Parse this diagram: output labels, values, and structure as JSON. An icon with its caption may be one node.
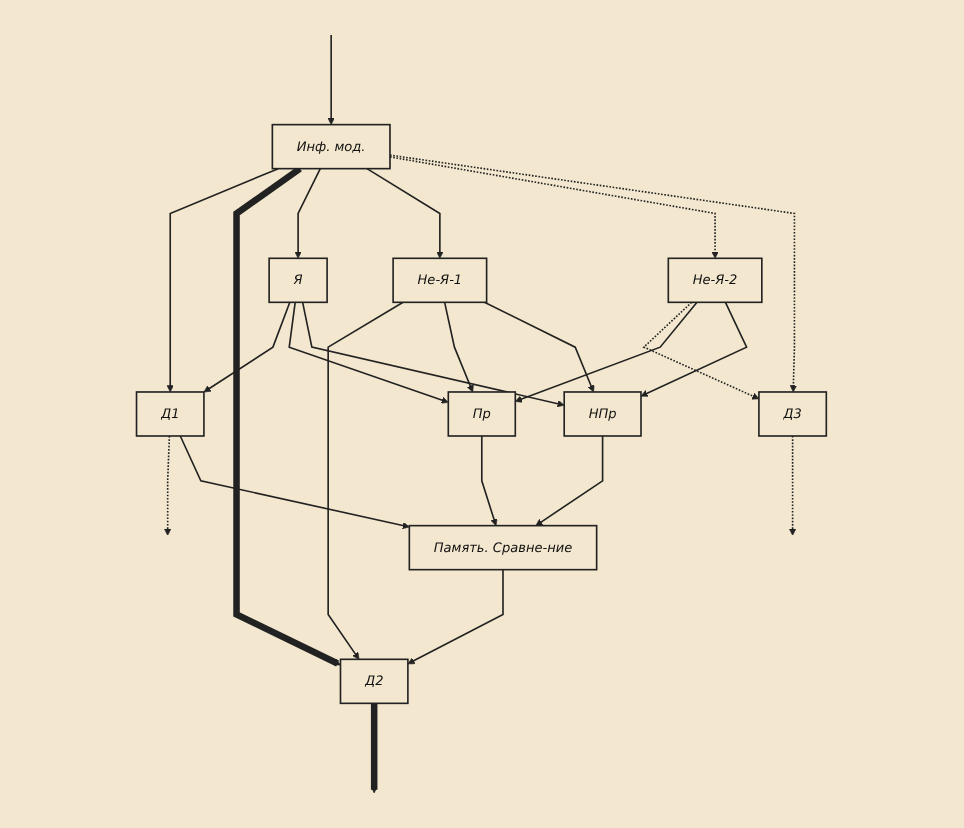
{
  "diagram": {
    "nodes": [
      {
        "text": [
          "Инф. мод."
        ]
      },
      {
        "text": [
          "Д1"
        ]
      },
      {
        "text": [
          "Д2"
        ]
      },
      {
        "text": [
          "Я"
        ]
      },
      {
        "text": [
          "Не-Я-1"
        ]
      },
      {
        "text": [
          "Не-Я-2"
        ]
      },
      {
        "text": [
          "Д3"
        ]
      },
      {
        "text": [
          "Память. Сравне-ние"
        ]
      },
      {
        "text": [
          "Пр"
        ]
      },
      {
        "text": [
          "НПр"
        ]
      }
    ],
    "edges": [
      {
        "from": null,
        "to": 0,
        "arrow": "to"
      },
      {
        "from": 0,
        "to": 1,
        "arrow": "to"
      },
      {
        "from": 0,
        "to": 2,
        "arrow": "to",
        "style": "thick"
      },
      {
        "from": 0,
        "to": 3,
        "arrow": "to"
      },
      {
        "from": 0,
        "to": 4,
        "arrow": "to"
      },
      {
        "from": 0,
        "to": 5,
        "arrow": "to",
        "style": "dashed"
      },
      {
        "from": 0,
        "to": 6,
        "arrow": "to",
        "style": "dashed"
      },
      {
        "from": 1,
        "to": null,
        "arrow": "to",
        "style": "dashed"
      },
      {
        "from": 2,
        "to": null,
        "arrow": "to",
        "style": "thick"
      },
      {
        "from": 6,
        "to": null,
        "arrow": "to",
        "style": "dashed"
      },
      {
        "from": 3,
        "to": 1,
        "arrow": "to"
      },
      {
        "from": 4,
        "to": 2,
        "arrow": "to"
      },
      {
        "from": 5,
        "to": 6,
        "arrow": "to",
        "style": "dashed"
      },
      {
        "from": 3,
        "to": 8,
        "arrow": "to"
      },
      {
        "from": 3,
        "to": 9,
        "arrow": "to"
      },
      {
        "from": 4,
        "to": 8,
        "arrow": "to"
      },
      {
        "from": 4,
        "to": 9,
        "arrow": "to"
      },
      {
        "from": 5,
        "to": 8,
        "arrow": "to"
      },
      {
        "from": 5,
        "to": 9,
        "arrow": "to"
      },
      {
        "from": 8,
        "to": 7,
        "arrow": "to"
      },
      {
        "from": 9,
        "to": 7,
        "arrow": "to"
      },
      {
        "from": 7,
        "to": 2,
        "arrow": "to"
      },
      {
        "from": 1,
        "to": 7,
        "arrow": "to"
      }
    ]
  }
}
